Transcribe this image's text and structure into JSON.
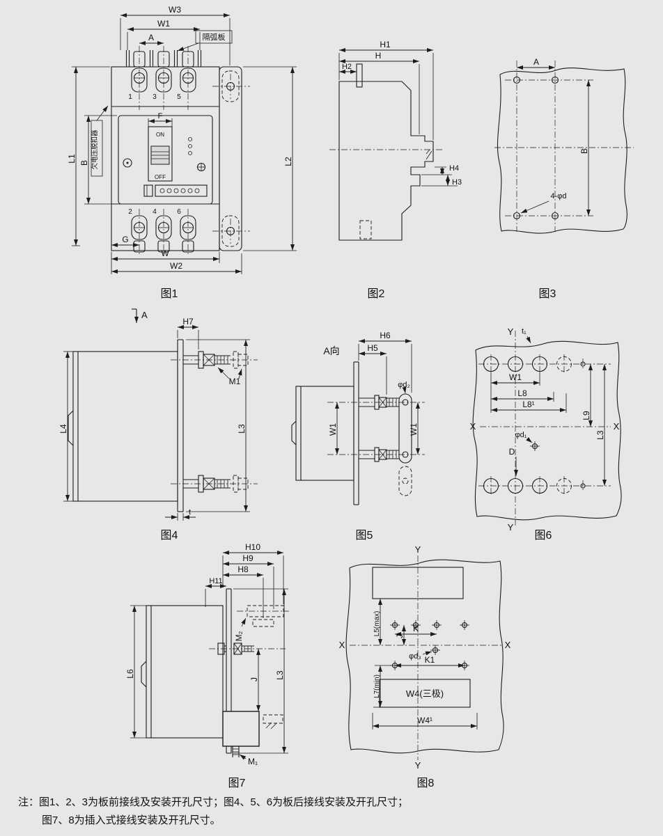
{
  "page": {
    "background": "#e7e7e7",
    "ink": "#1c1c1c"
  },
  "fig1": {
    "caption": "图1",
    "W3": "W3",
    "W1": "W1",
    "A": "A",
    "arc_plate": "隔弧板",
    "p1": "1",
    "p3": "3",
    "p5": "5",
    "F": "F",
    "on": "ON",
    "off": "OFF",
    "B": "B",
    "undervoltage": "欠电压脱扣器",
    "L1": "L1",
    "L2": "L2",
    "p2": "2",
    "p4": "4",
    "p6": "6",
    "G": "G",
    "W": "W",
    "W2": "W2"
  },
  "fig2": {
    "caption": "图2",
    "H1": "H1",
    "H": "H",
    "H2": "H2",
    "H4": "H4",
    "H3": "H3"
  },
  "fig3": {
    "caption": "图3",
    "A": "A",
    "B": "B",
    "holes": "4-φd"
  },
  "fig4": {
    "caption": "图4",
    "A": "A",
    "H7": "H7",
    "M1": "M1",
    "L4": "L4",
    "L3": "L3",
    "t": "t"
  },
  "fig5": {
    "caption": "图5",
    "view_a": "A向",
    "H6": "H6",
    "H5": "H5",
    "d2": "φd₂",
    "W1_left": "W1",
    "W1_right": "W1"
  },
  "fig6": {
    "caption": "图6",
    "Y_top": "Y",
    "t1": "t₁",
    "W1": "W1",
    "L8": "L8",
    "L8_sup": "L8¹",
    "L9": "L9",
    "L3": "L3",
    "X_left": "X",
    "X_right": "X",
    "d1": "φd₁",
    "D": "D",
    "Y_bottom": "Y"
  },
  "fig7": {
    "caption": "图7",
    "H10": "H10",
    "H9": "H9",
    "H8": "H8",
    "H11": "H11",
    "M2": "M₂",
    "L6": "L6",
    "J": "J",
    "L3": "L3",
    "M1": "M₁"
  },
  "fig8": {
    "caption": "图8",
    "Y_top": "Y",
    "X_left": "X",
    "X_right": "X",
    "K": "K",
    "J": "J",
    "L5_max": "L5(max)",
    "d3": "φd₃",
    "K1": "K1",
    "L7_min": "L7(min)",
    "W4_3p": "W4(三极)",
    "W4_sup": "W4¹",
    "Y_bottom": "Y"
  },
  "note": {
    "line1": "注：图1、2、3为板前接线及安装开孔尺寸；图4、5、6为板后接线安装及开孔尺寸；",
    "line2": "图7、8为插入式接线安装及开孔尺寸。"
  }
}
